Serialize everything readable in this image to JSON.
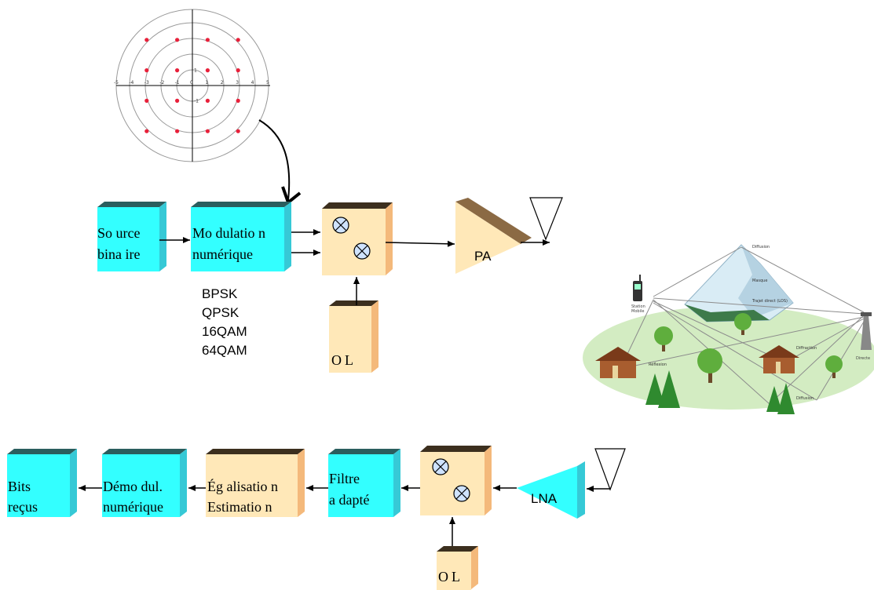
{
  "constellation": {
    "x_ticks": [
      "-5",
      "-4",
      "-3",
      "-2",
      "-1",
      "0",
      "1",
      "2",
      "3",
      "4",
      "5"
    ],
    "y_ticks": [
      "1",
      "-1"
    ]
  },
  "transmitter": {
    "source_line1": "So urce",
    "source_line2": "bina ire",
    "modulation_line1": "Mo dulatio n",
    "modulation_line2": "numérique",
    "modulations": [
      "BPSK",
      "QPSK",
      "16QAM",
      "64QAM"
    ],
    "lo_label": "OL",
    "pa_label": "PA"
  },
  "receiver": {
    "bits_line1": "Bits",
    "bits_line2": "reçus",
    "demod_line1": "Démo dul.",
    "demod_line2": "numérique",
    "eq_line1": "Ég alisatio n",
    "eq_line2": "Estimatio n",
    "filter_line1": "Filtre",
    "filter_line2": "a dapté",
    "lna_label": "LNA",
    "lo_label": "OL"
  },
  "channel": {
    "diffusion_top": "Diffusion",
    "masque": "Masque",
    "trajet": "Trajet direct (LOS)",
    "station_mobile_1": "Station",
    "station_mobile_2": "Mobile",
    "reflexion": "Réflexion",
    "diffraction": "Diffraction",
    "diffusion_bottom": "Diffusion",
    "station_base": "Directe"
  },
  "colors": {
    "cyan": "#33ffff",
    "cyan_top": "#2a5e5e",
    "cyan_side": "#36c9d6",
    "beige": "#ffe8b8",
    "beige_top": "#3c2f1e",
    "beige_side": "#f4b97b",
    "pa": "#ffe8b8",
    "pa_top": "#8b6a44",
    "mixer_fill": "#cfe3ff",
    "dot": "#e8203a",
    "grass": "#d3ecc2"
  }
}
